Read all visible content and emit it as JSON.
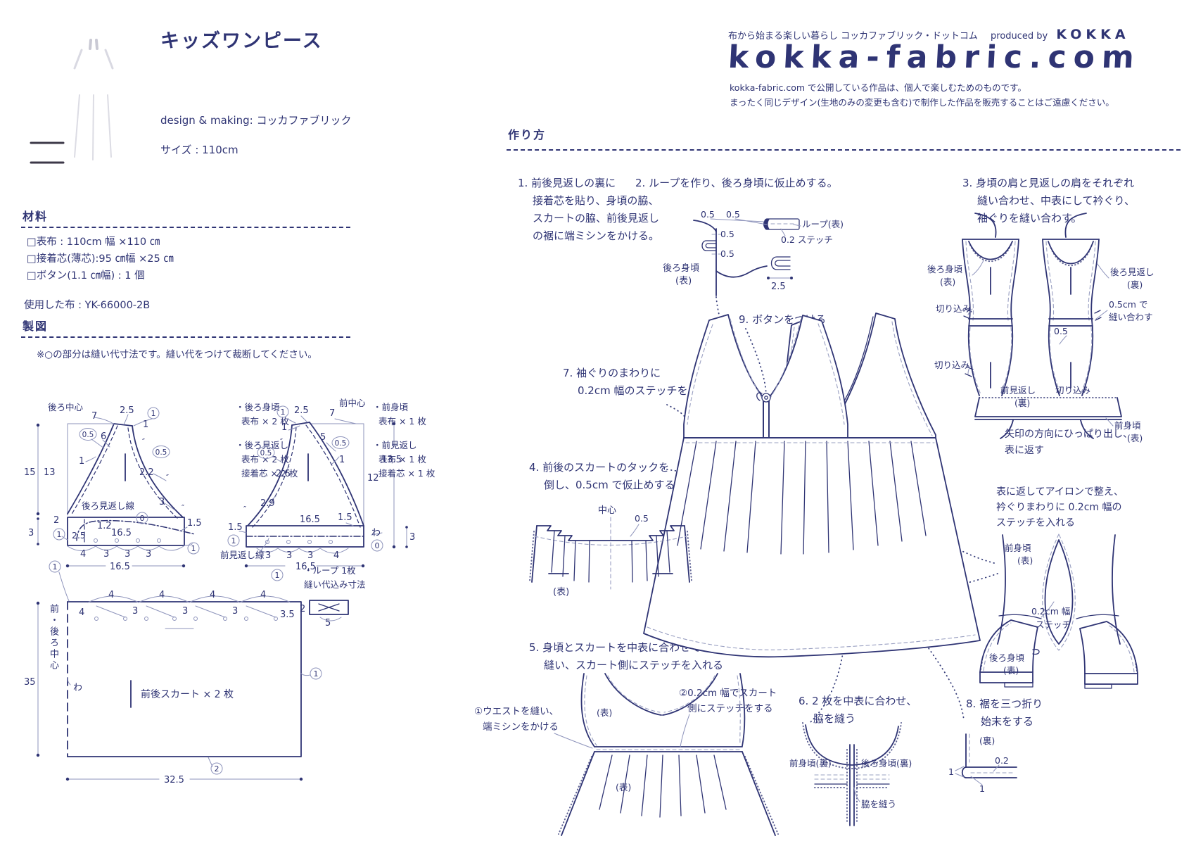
{
  "header": {
    "title": "キッズワンピース",
    "credit": "design & making: コッカファブリック",
    "size": "サイズ : 110cm"
  },
  "brand": {
    "tagline": "布から始まる楽しい暮らし コッカファブリック・ドットコム",
    "produced": "produced by",
    "kokka": "KOKKA",
    "logo": "kokka-fabric.com",
    "note1": "kokka-fabric.com で公開している作品は、個人で楽しむためのものです。",
    "note2": "まったく同じデザイン(生地のみの変更も含む)で制作した作品を販売することはご遠慮ください。"
  },
  "materials": {
    "heading": "材料",
    "item1": "□表布 : 110cm 幅 ×110 ㎝",
    "item2": "□接着芯(薄芯):95 ㎝幅 ×25 ㎝",
    "item3": "□ボタン(1.1 ㎝幅) : 1 個",
    "used": "使用した布 : YK-66000-2B"
  },
  "drafting": {
    "heading": "製図",
    "note": "※○の部分は縫い代寸法です。縫い代をつけて裁断してください。",
    "wa": "わ",
    "back": {
      "center": "後ろ中心",
      "body1": "・後ろ身頃",
      "body2": "表布 × 2 枚",
      "facing1": "・後ろ見返し",
      "facing2": "表布 × 2 枚",
      "facing3": "接着芯 × 2 枚",
      "line": "後ろ見返し線"
    },
    "front": {
      "center": "前中心",
      "body1": "・前身頃",
      "body2": "表布 × 1 枚",
      "facing1": "・前見返し",
      "facing2": "表布 × 1 枚",
      "facing3": "接着芯 × 1 枚",
      "line": "前見返し線"
    },
    "skirt": {
      "center": "前・後ろ中心",
      "label": "前後スカート × 2 枚"
    },
    "loop": {
      "name": "・ループ 1枚",
      "note": "縫い代込み寸法"
    }
  },
  "nums": {
    "n0": "0",
    "n02": "0.2",
    "n05": "0.5",
    "n1": "1",
    "n1_2": "1.2",
    "n1_5": "1.5",
    "n2": "2",
    "n2_2": "2.2",
    "n2_5": "2.5",
    "n2_6": "2.6",
    "n2_9": "2.9",
    "n3": "3",
    "n3_5": "3.5",
    "n4": "4",
    "n5": "5",
    "n6": "6",
    "n7": "7",
    "n12": "12",
    "n13": "13",
    "n13_5": "13.5",
    "n15": "15",
    "n16_5": "16.5",
    "n32_5": "32.5",
    "n35": "35",
    "ditto": "″"
  },
  "howto": {
    "heading": "作り方",
    "s1no": "1.",
    "s1a": "前後見返しの裏に",
    "s1b": "接着芯を貼り、身頃の脇、",
    "s1c": "スカートの脇、前後見返し",
    "s1d": "の裾に端ミシンをかける。",
    "s2no": "2.",
    "s2": "ループを作り、後ろ身頃に仮止めする。",
    "s3no": "3.",
    "s3a": "身頃の肩と見返しの肩をそれぞれ",
    "s3b": "縫い合わせ、中表にして衿ぐり、",
    "s3c": "袖ぐりを縫い合わす。",
    "s4no": "4.",
    "s4a": "前後のスカートのタックを",
    "s4b": "倒し、0.5cm で仮止めする",
    "s5no": "5.",
    "s5a": "身頃とスカートを中表に合わせて",
    "s5b": "縫い、スカート側にステッチを入れる",
    "s6no": "6.",
    "s6a": "2 枚を中表に合わせ、",
    "s6b": "脇を縫う",
    "s7no": "7.",
    "s7a": "袖ぐりのまわりに",
    "s7b": "0.2cm 幅のステッチを入れる",
    "s8no": "8.",
    "s8a": "裾を三つ折り",
    "s8b": "始末をする",
    "s9no": "9.",
    "s9": "ボタンをつける",
    "loop_omote": "ループ(表)",
    "stitch02": "0.2 ステッチ",
    "back_body": "後ろ身頃",
    "front_body": "前身頃",
    "back_facing": "後ろ見返し",
    "front_facing": "前見返し",
    "omote": "(表)",
    "ura": "(裏)",
    "kirikomi": "切り込み",
    "sew05a": "0.5cm で",
    "sew05b": "縫い合わす",
    "pull1": "矢印の方向にひっぱり出し、",
    "pull2": "表に返す",
    "press1": "表に返してアイロンで整え、",
    "press2": "衿ぐりまわりに 0.2cm 幅の",
    "press3": "ステッチを入れる",
    "w02": "0.2cm 幅",
    "w02b": "ステッチ",
    "center": "中心",
    "waist1": "①ウエストを縫い、",
    "waist2": "端ミシンをかける",
    "skirtst1": "②0.2cm 幅でスカート",
    "skirtst2": "側にステッチをする",
    "front_ura": "前身頃(裏)",
    "back_ura": "後ろ身頃(裏)",
    "sew_side": "脇を縫う"
  }
}
